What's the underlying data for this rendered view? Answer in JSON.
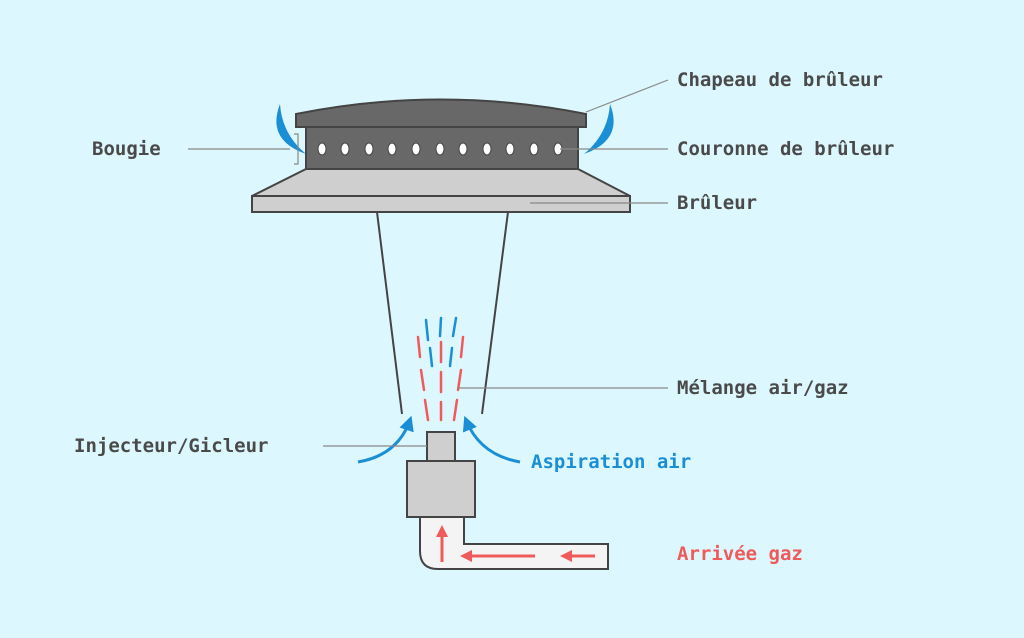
{
  "labels": {
    "burner_cap": "Chapeau de brûleur",
    "burner_crown": "Couronne de brûleur",
    "burner": "Brûleur",
    "spark_plug": "Bougie",
    "air_gas_mix": "Mélange air/gaz",
    "injector": "Injecteur/Gicleur",
    "air_intake": "Aspiration air",
    "gas_inlet": "Arrivée gaz"
  },
  "colors": {
    "background": "#dcf7fd",
    "text": "#4a4a4a",
    "metal_dark": "#686868",
    "metal_light": "#cfcfcf",
    "outline": "#444444",
    "air": "#1a8fd6",
    "gas": "#ef5a5a",
    "leader": "#888888"
  }
}
